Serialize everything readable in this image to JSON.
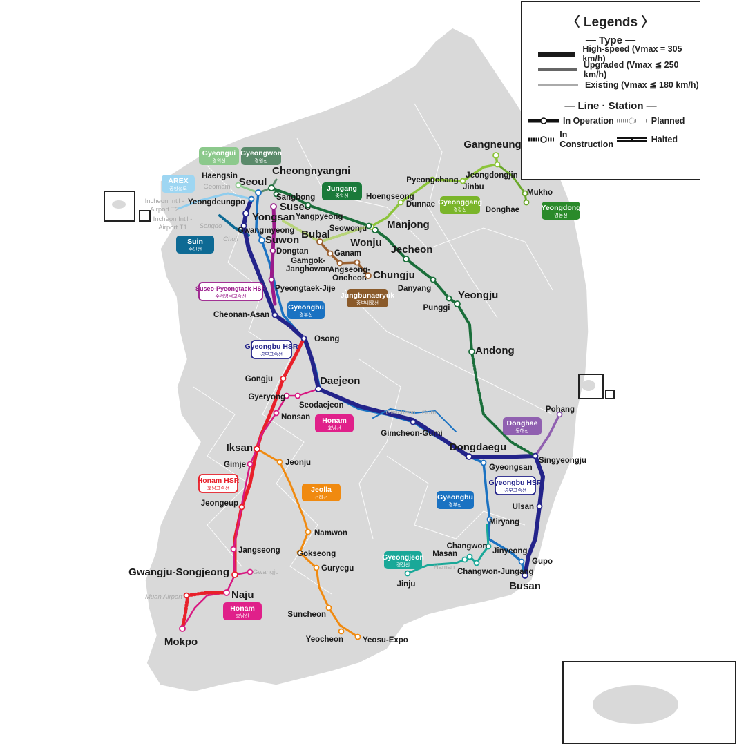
{
  "legend": {
    "title": "〈 Legends 〉",
    "type_heading": "— Type —",
    "types": [
      {
        "label": "High-speed (Vmax = 305 km/h)",
        "color": "#1a1a1a"
      },
      {
        "label": "Upgraded (Vmax ≦ 250 km/h)",
        "color": "#666666"
      },
      {
        "label": "Existing (Vmax ≦ 180 km/h)",
        "color": "#aaaaaa"
      }
    ],
    "status_heading": "— Line · Station —",
    "statuses": {
      "operation": "In Operation",
      "planned": "Planned",
      "construction": "In Construction",
      "halted": "Halted"
    }
  },
  "line_badges": [
    {
      "name": "Gyeongui",
      "korean": "경의선",
      "color": "#8cc98c",
      "style": "filled"
    },
    {
      "name": "Gyeongwon",
      "korean": "경원선",
      "color": "#5a8a6a",
      "style": "filled"
    },
    {
      "name": "AREX",
      "korean": "공항철도",
      "color": "#9ed6f2",
      "style": "filled"
    },
    {
      "name": "Suin",
      "korean": "수인선",
      "color": "#0e6a94",
      "style": "filled"
    },
    {
      "name": "Jungang",
      "korean": "중앙선",
      "color": "#1a7a3a",
      "style": "filled"
    },
    {
      "name": "Gyeonggang",
      "korean": "경강선",
      "color": "#7ab52a",
      "style": "filled"
    },
    {
      "name": "Yeongdong",
      "korean": "영동선",
      "color": "#2a8a2a",
      "style": "filled"
    },
    {
      "name": "Suseo-Pyeongtaek HSR",
      "korean": "수서평택고속선",
      "color": "#9a1a8a",
      "style": "outline"
    },
    {
      "name": "Gyeongbu",
      "korean": "경부선",
      "color": "#1a72c2",
      "style": "filled"
    },
    {
      "name": "Gyeongbu HSR",
      "korean": "경부고속선",
      "color": "#23238a",
      "style": "outline"
    },
    {
      "name": "Jungbunaeryuk",
      "korean": "중부내륙선",
      "color": "#8a5a2a",
      "style": "filled"
    },
    {
      "name": "Honam",
      "korean": "호남선",
      "color": "#e0208a",
      "style": "filled"
    },
    {
      "name": "Donghae",
      "korean": "동해선",
      "color": "#9060b0",
      "style": "filled"
    },
    {
      "name": "Gyeongbu HSR",
      "korean": "경부고속선",
      "color": "#23238a",
      "style": "outline"
    },
    {
      "name": "Gyeongbu",
      "korean": "경부선",
      "color": "#1a72c2",
      "style": "filled"
    },
    {
      "name": "Honam HSR",
      "korean": "호남고속선",
      "color": "#e8202a",
      "style": "outline"
    },
    {
      "name": "Jeolla",
      "korean": "전라선",
      "color": "#f08a10",
      "style": "filled"
    },
    {
      "name": "Gyeongjeon",
      "korean": "경전선",
      "color": "#1aa898",
      "style": "filled"
    },
    {
      "name": "Honam",
      "korean": "호남선",
      "color": "#e0208a",
      "style": "filled"
    }
  ],
  "stations": [
    {
      "name": "Seoul",
      "style": "major"
    },
    {
      "name": "Cheongnyangni",
      "style": "major"
    },
    {
      "name": "Haengsin",
      "style": "minor"
    },
    {
      "name": "Yeongdeungpo",
      "style": "minor"
    },
    {
      "name": "Yongsan",
      "style": "major"
    },
    {
      "name": "Sangbong",
      "style": "minor"
    },
    {
      "name": "Suseo",
      "style": "major"
    },
    {
      "name": "Gwangmyeong",
      "style": "minor"
    },
    {
      "name": "Suwon",
      "style": "major"
    },
    {
      "name": "Dongtan",
      "style": "minor"
    },
    {
      "name": "Pyeongtaek-Jije",
      "style": "minor"
    },
    {
      "name": "Cheonan-Asan",
      "style": "minor"
    },
    {
      "name": "Osong",
      "style": "minor"
    },
    {
      "name": "Daejeon",
      "style": "major"
    },
    {
      "name": "Seodaejeon",
      "style": "minor"
    },
    {
      "name": "Gyeryong",
      "style": "minor"
    },
    {
      "name": "Gongju",
      "style": "minor"
    },
    {
      "name": "Nonsan",
      "style": "minor"
    },
    {
      "name": "Iksan",
      "style": "major"
    },
    {
      "name": "Gimje",
      "style": "minor"
    },
    {
      "name": "Jeonju",
      "style": "minor"
    },
    {
      "name": "Jeongeup",
      "style": "minor"
    },
    {
      "name": "Jangseong",
      "style": "minor"
    },
    {
      "name": "Gwangju-Songjeong",
      "style": "major"
    },
    {
      "name": "Gwangju",
      "style": "gray"
    },
    {
      "name": "Naju",
      "style": "major"
    },
    {
      "name": "Mokpo",
      "style": "major"
    },
    {
      "name": "Muan Airport",
      "style": "grayitalic"
    },
    {
      "name": "Namwon",
      "style": "minor"
    },
    {
      "name": "Gokseong",
      "style": "minor"
    },
    {
      "name": "Guryegu",
      "style": "minor"
    },
    {
      "name": "Suncheon",
      "style": "minor"
    },
    {
      "name": "Yeocheon",
      "style": "minor"
    },
    {
      "name": "Yeosu-Expo",
      "style": "minor"
    },
    {
      "name": "Gimcheon-Gumi",
      "style": "minor"
    },
    {
      "name": "Gimcheon",
      "style": "gray"
    },
    {
      "name": "Gumi",
      "style": "gray"
    },
    {
      "name": "Dongdaegu",
      "style": "major"
    },
    {
      "name": "Gyeongsan",
      "style": "minor"
    },
    {
      "name": "Singyeongju",
      "style": "minor"
    },
    {
      "name": "Pohang",
      "style": "minor"
    },
    {
      "name": "Ulsan",
      "style": "minor"
    },
    {
      "name": "Miryang",
      "style": "minor"
    },
    {
      "name": "Jinyeong",
      "style": "minor"
    },
    {
      "name": "Gupo",
      "style": "minor"
    },
    {
      "name": "Busan",
      "style": "major"
    },
    {
      "name": "Changwon",
      "style": "minor"
    },
    {
      "name": "Masan",
      "style": "minor"
    },
    {
      "name": "Changwon-Jungang",
      "style": "minor"
    },
    {
      "name": "Jinju",
      "style": "minor"
    },
    {
      "name": "Haman",
      "style": "gray"
    },
    {
      "name": "Andong",
      "style": "major"
    },
    {
      "name": "Yeongju",
      "style": "major"
    },
    {
      "name": "Punggi",
      "style": "minor"
    },
    {
      "name": "Danyang",
      "style": "minor"
    },
    {
      "name": "Jecheon",
      "style": "major"
    },
    {
      "name": "Wonju",
      "style": "major"
    },
    {
      "name": "Manjong",
      "style": "major"
    },
    {
      "name": "Seowonju",
      "style": "minor"
    },
    {
      "name": "Yangpyeong",
      "style": "minor"
    },
    {
      "name": "Hoengseong",
      "style": "minor"
    },
    {
      "name": "Pyeongchang",
      "style": "minor"
    },
    {
      "name": "Jinbu",
      "style": "minor"
    },
    {
      "name": "Jeongdongjin",
      "style": "minor"
    },
    {
      "name": "Gangneung",
      "style": "major"
    },
    {
      "name": "Mukho",
      "style": "minor"
    },
    {
      "name": "Donghae",
      "style": "minor"
    },
    {
      "name": "Dunnae",
      "style": "minor"
    },
    {
      "name": "Bubal",
      "style": "major"
    },
    {
      "name": "Ganam",
      "style": "minor"
    },
    {
      "name": "Gamgok-Janghowon",
      "style": "minor"
    },
    {
      "name": "Angseong-Oncheon",
      "style": "minor"
    },
    {
      "name": "Chungju",
      "style": "major"
    },
    {
      "name": "Geomam",
      "style": "gray"
    },
    {
      "name": "Incheon Int'l Airport T2",
      "style": "gray"
    },
    {
      "name": "Incheon Int'l Airport T1",
      "style": "gray"
    },
    {
      "name": "Songdo",
      "style": "grayitalic"
    },
    {
      "name": "Choji",
      "style": "grayitalic"
    }
  ]
}
